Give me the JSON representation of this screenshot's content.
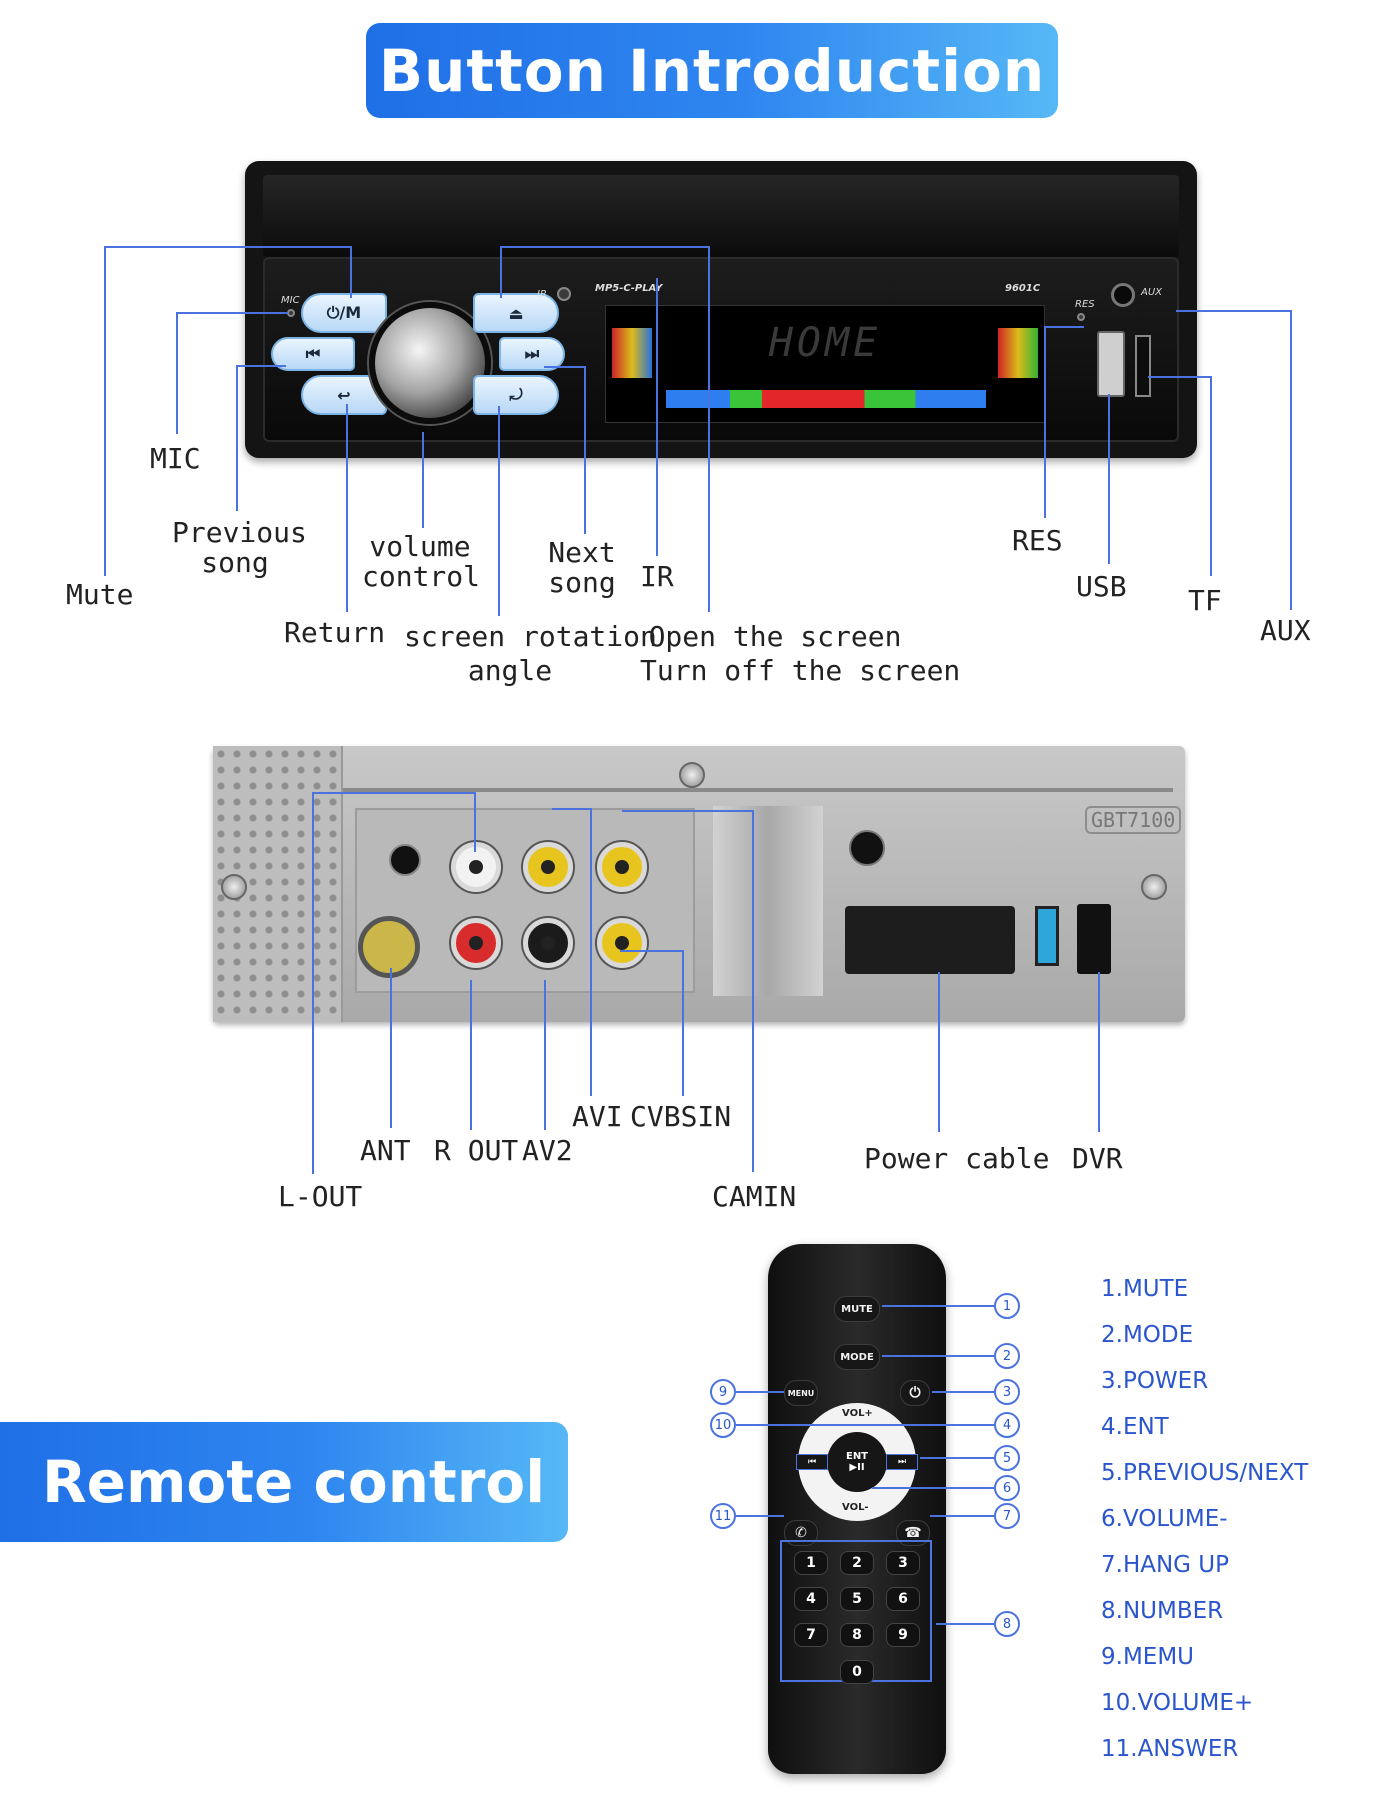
{
  "titles": {
    "button_intro": "Button Introduction",
    "remote_control": "Remote control"
  },
  "front_panel": {
    "labels": {
      "mic": "MIC",
      "mute": "Mute",
      "previous_song_1": "Previous",
      "previous_song_2": "song",
      "return": "Return",
      "volume_control_1": "volume",
      "volume_control_2": "control",
      "screen_rotation_1": "screen rotation",
      "screen_rotation_2": "angle",
      "next_song_1": "Next",
      "next_song_2": "song",
      "ir": "IR",
      "open_screen": "Open the screen",
      "close_screen": "Turn off the screen",
      "res": "RES",
      "usb": "USB",
      "tf": "TF",
      "aux": "AUX"
    },
    "device_text": {
      "mic": "MIC",
      "power_mode": "⏻/M",
      "ir": "IR",
      "model_left": "MP5-C-PLAY",
      "model_right": "9601C",
      "res": "RES",
      "aux": "AUX",
      "display": "HOME"
    }
  },
  "back_panel": {
    "labels": {
      "ant": "ANT",
      "r_out": "R OUT",
      "av2": "AV2",
      "avi": "AVI",
      "cvbsin": "CVBSIN",
      "l_out": "L-OUT",
      "camin": "CAMIN",
      "power_cable": "Power cable",
      "dvr": "DVR"
    },
    "device_text": {
      "badge": "GBT7100"
    }
  },
  "remote": {
    "buttons": {
      "mute": "MUTE",
      "mode": "MODE",
      "menu": "MENU",
      "vol_up": "VOL+",
      "ent": "ENT",
      "play": "▶II",
      "vol_down": "VOL-"
    },
    "numbers": [
      "1",
      "2",
      "3",
      "4",
      "5",
      "6",
      "7",
      "8",
      "9",
      "0"
    ],
    "callouts": [
      "1",
      "2",
      "3",
      "4",
      "5",
      "6",
      "7",
      "8",
      "9",
      "10",
      "11"
    ],
    "legend": [
      "1.MUTE",
      "2.MODE",
      "3.POWER",
      "4.ENT",
      "5.PREVIOUS/NEXT",
      "6.VOLUME-",
      "7.HANG UP",
      "8.NUMBER",
      "9.MEMU",
      "10.VOLUME+",
      "11.ANSWER"
    ]
  },
  "colors": {
    "accent": "#2a55cc",
    "line": "#4b73e0",
    "banner_start": "#1f6fe6",
    "banner_end": "#56b8f6"
  }
}
